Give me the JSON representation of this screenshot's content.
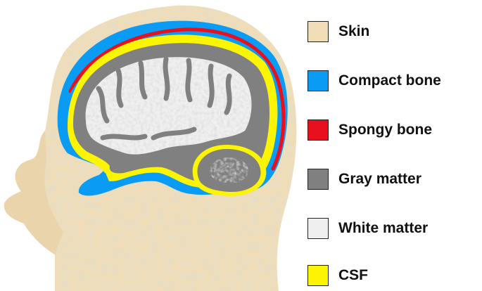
{
  "legend": {
    "items": [
      {
        "key": "skin",
        "label": "Skin",
        "color": "#f0ddb8"
      },
      {
        "key": "compact-bone",
        "label": "Compact bone",
        "color": "#0a9bf5"
      },
      {
        "key": "spongy-bone",
        "label": "Spongy bone",
        "color": "#e8101e"
      },
      {
        "key": "gray-matter",
        "label": "Gray matter",
        "color": "#808080"
      },
      {
        "key": "white-matter",
        "label": "White matter",
        "color": "#efefef"
      },
      {
        "key": "csf",
        "label": "CSF",
        "color": "#fbf402"
      }
    ]
  },
  "figure": {
    "skin_texture_color": "#cdbf9a",
    "background_color": "#ffffff"
  }
}
